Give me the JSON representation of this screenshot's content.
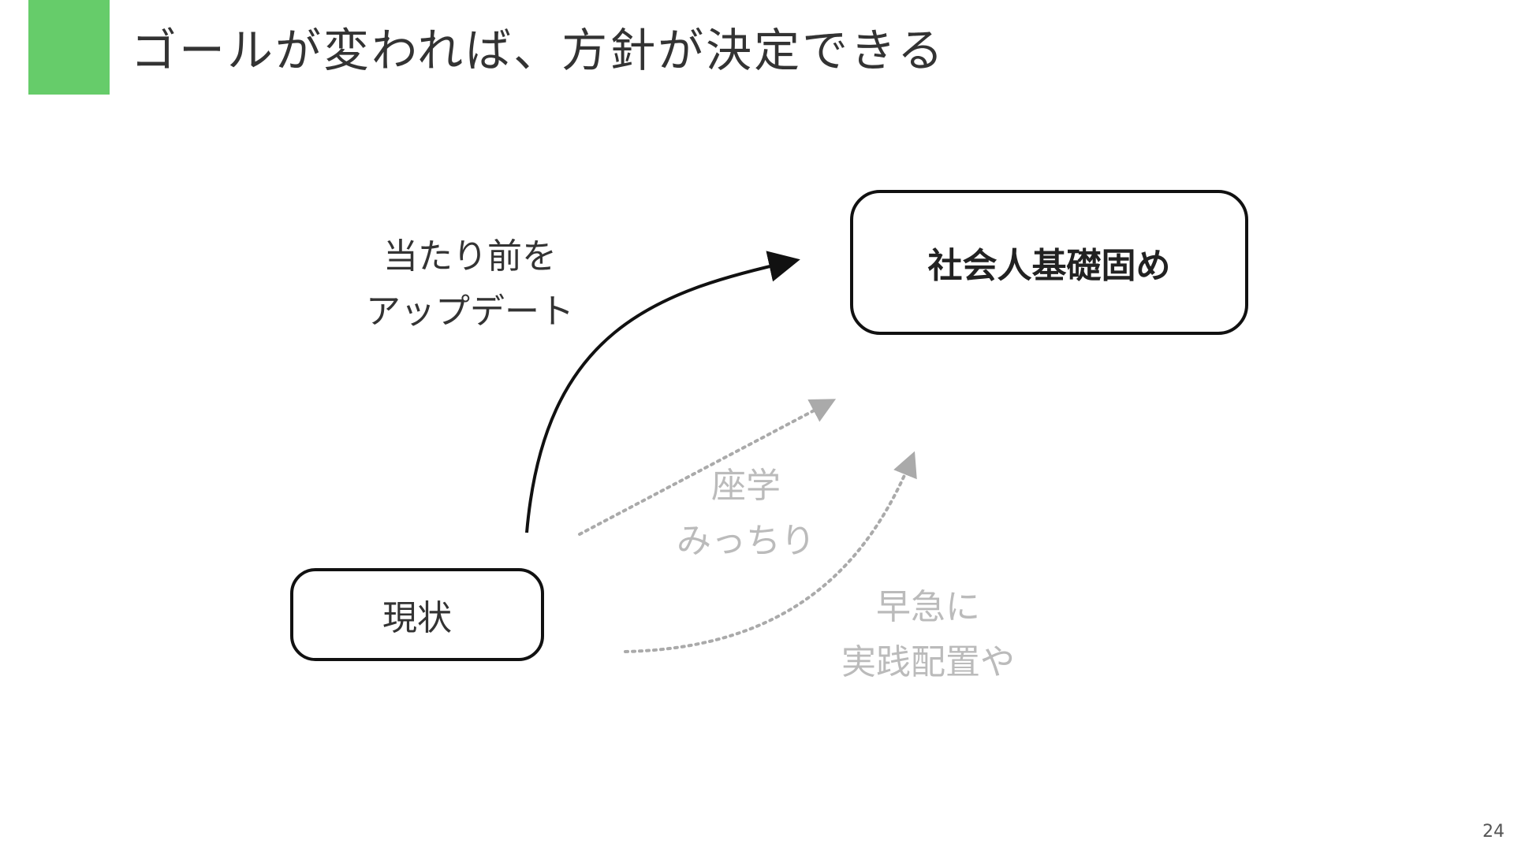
{
  "slide": {
    "title": "ゴールが変われば、方針が決定できる",
    "accent_color": "#66cc6a",
    "page_number": "24"
  },
  "nodes": {
    "current": "現状",
    "goal": "社会人基礎固め"
  },
  "paths": {
    "main": {
      "line1": "当たり前を",
      "line2": "アップデート",
      "color": "#111111",
      "style": "solid"
    },
    "study": {
      "line1": "座学",
      "line2": "みっちり",
      "color": "#aaaaaa",
      "style": "dotted"
    },
    "fast": {
      "line1": "早急に",
      "line2": "実践配置や",
      "color": "#aaaaaa",
      "style": "dotted"
    }
  }
}
